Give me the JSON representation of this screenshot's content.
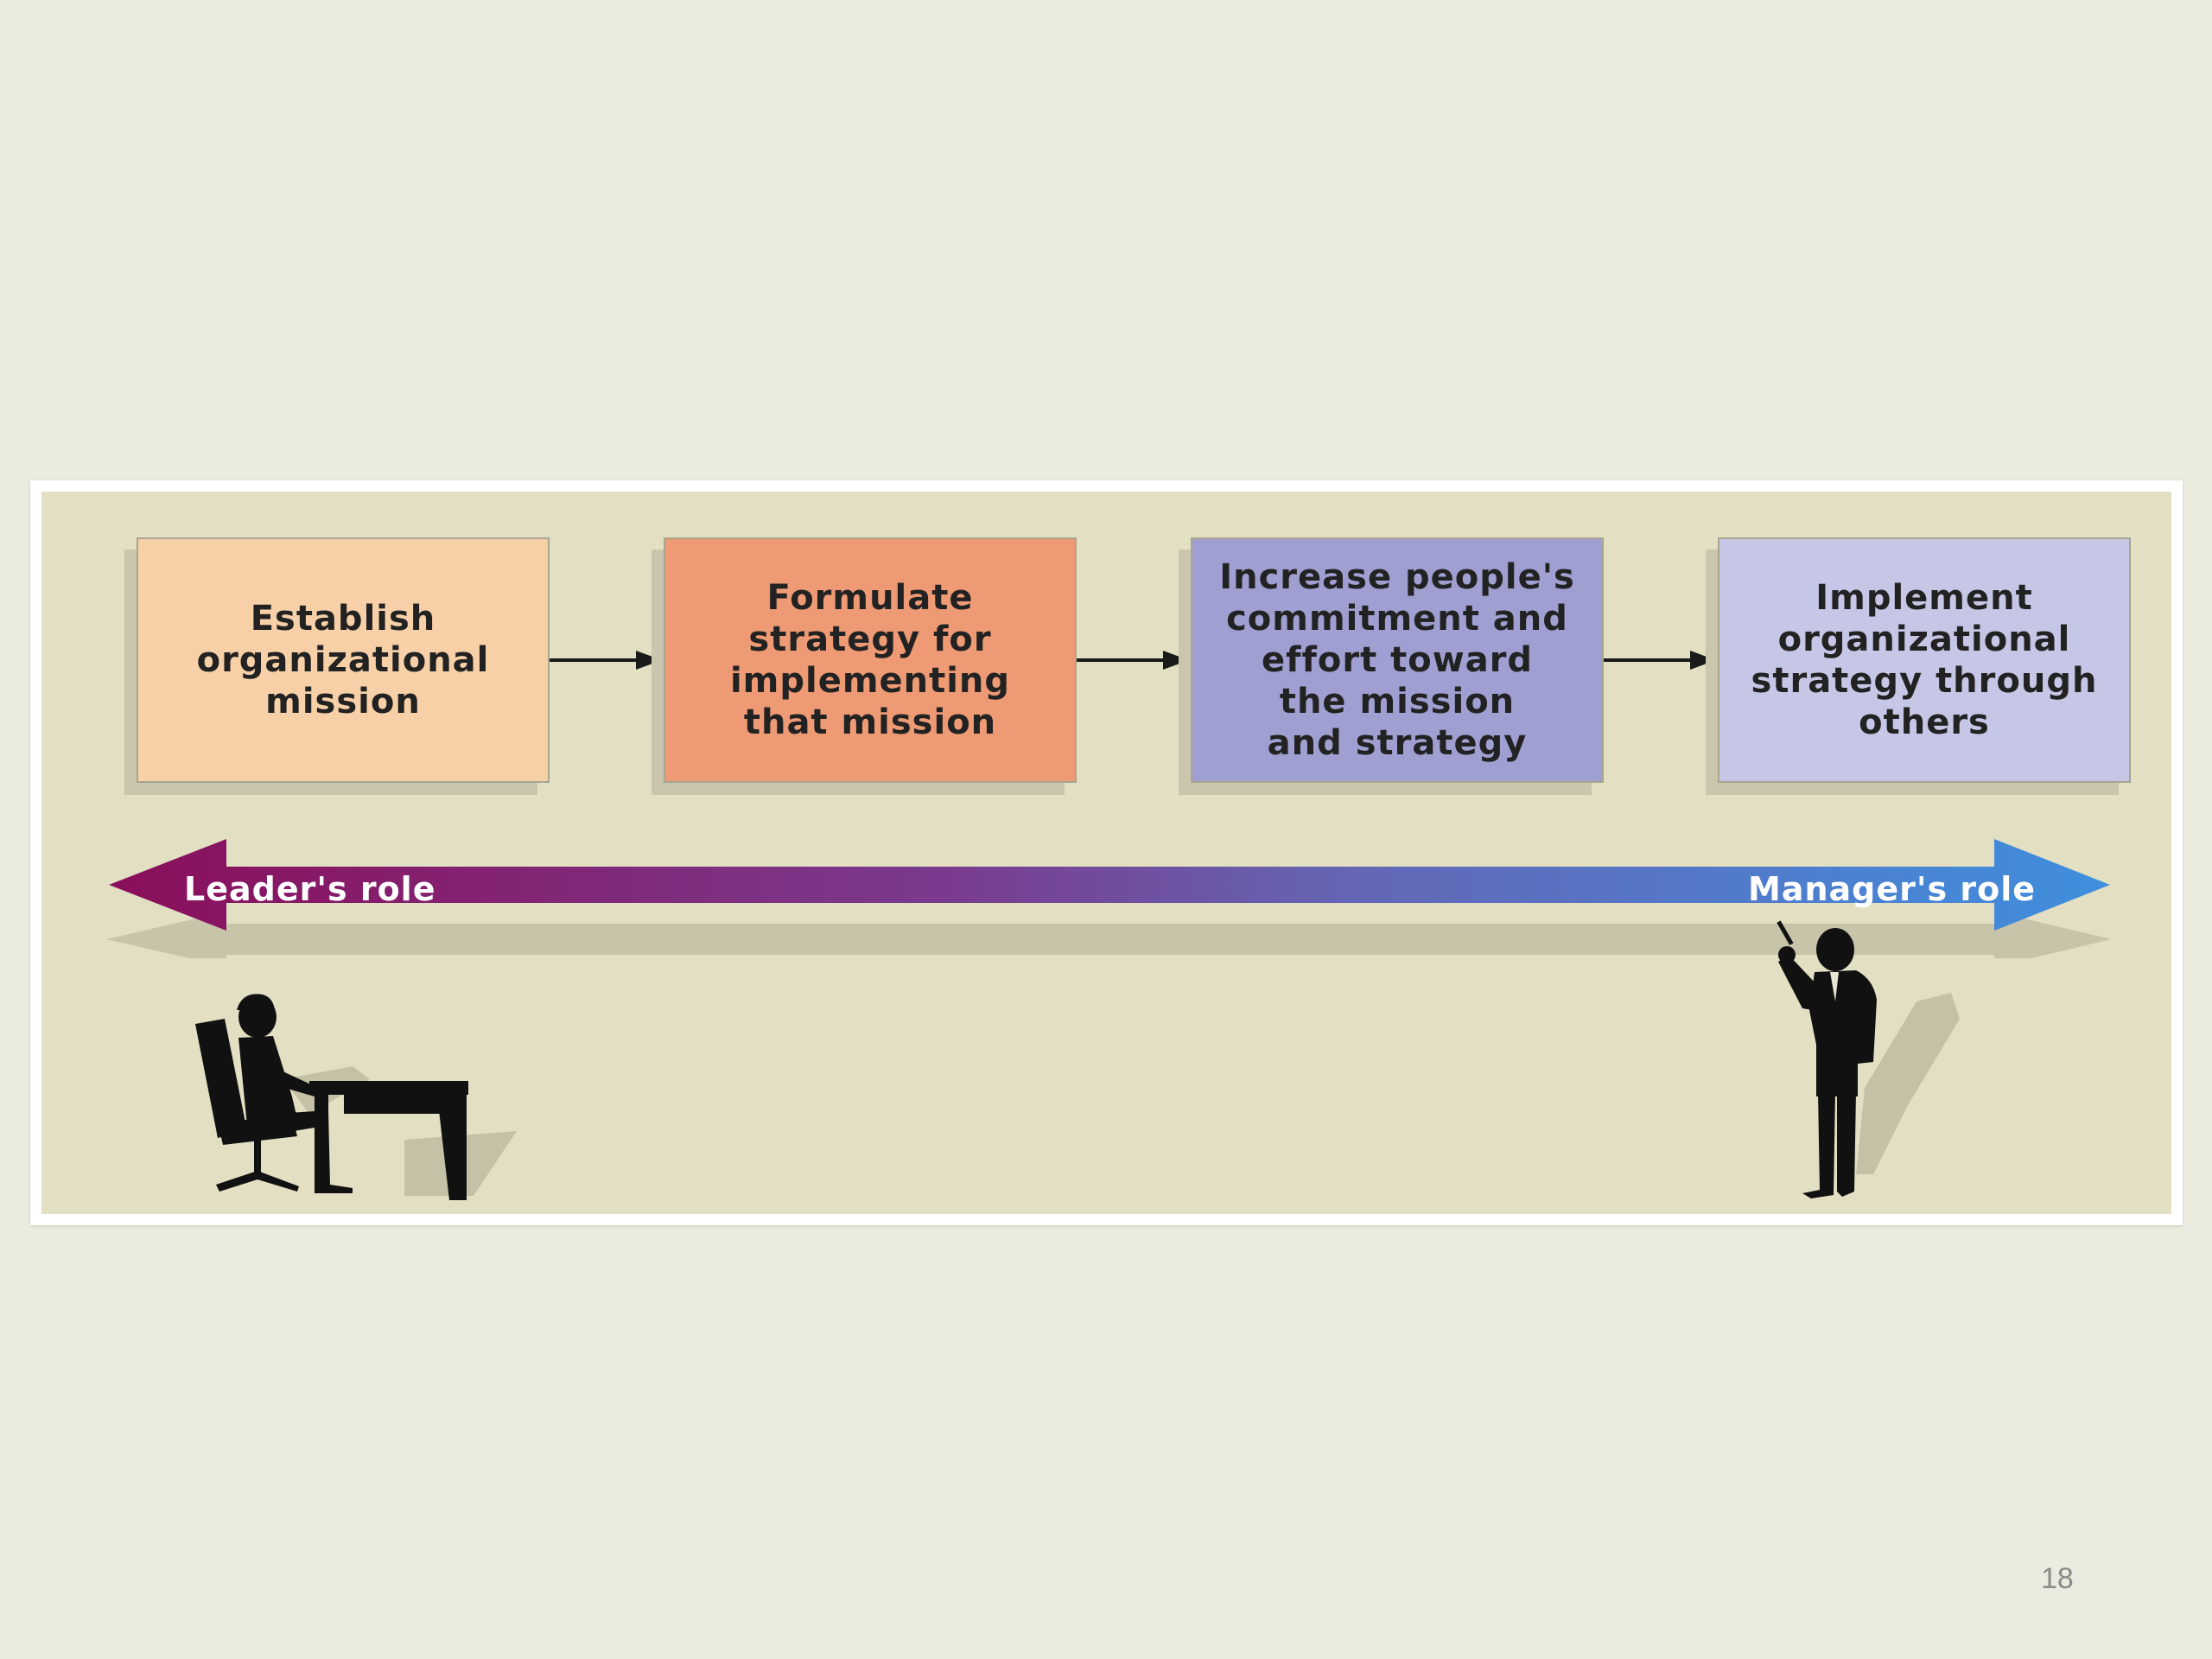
{
  "diagram": {
    "steps": [
      {
        "text": "Establish\norganizational\nmission",
        "color": "#f7d0a8"
      },
      {
        "text": "Formulate\nstrategy for\nimplementing\nthat mission",
        "color": "#ee9a74"
      },
      {
        "text": "Increase people's\ncommitment and\neffort toward\nthe mission\nand strategy",
        "color": "#9f9fd2"
      },
      {
        "text": "Implement\norganizational\nstrategy through\nothers",
        "color": "#c6c6e6"
      }
    ],
    "roles": {
      "leader_label": "Leader's role",
      "manager_label": "Manager's role",
      "leader_color": "#8a0f5b",
      "manager_color": "#3f8fde"
    }
  },
  "slide": {
    "page_number": "18"
  },
  "icons": {
    "leader": "seated-leader-at-desk-icon",
    "manager": "standing-manager-with-pen-icon"
  }
}
